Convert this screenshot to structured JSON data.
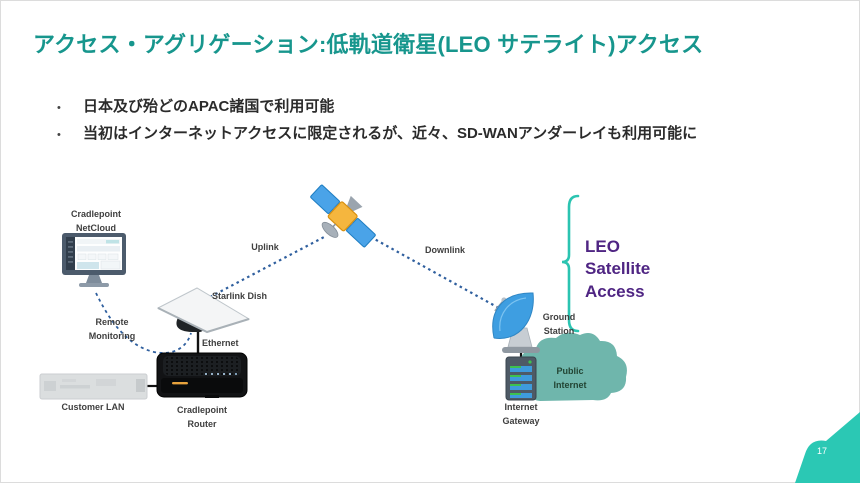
{
  "slide": {
    "title": "アクセス・アグリゲーション:低軌道衛星(LEO サテライト)アクセス",
    "bullet_char": "•",
    "bullets": [
      "日本及び殆どのAPAC諸国で利用可能",
      "当初はインターネットアクセスに限定されるが、近々、SD-WANアンダーレイも利用可能に"
    ],
    "page_number": "17"
  },
  "diagram": {
    "nodes": {
      "netcloud": "Cradlepoint NetCloud",
      "starlink_dish": "Starlink Dish",
      "customer_lan": "Customer LAN",
      "router": "Cradlepoint Router",
      "ground_station": "Ground Station",
      "internet_gateway": "Internet Gateway",
      "public_internet": "Public Internet"
    },
    "links": {
      "uplink": "Uplink",
      "downlink": "Downlink",
      "ethernet": "Ethernet",
      "remote_monitoring": "Remote Monitoring"
    },
    "callout": "LEO Satellite Access",
    "icons": {
      "netcloud": "monitor-dashboard-icon",
      "satellite": "satellite-icon",
      "starlink_dish": "flat-dish-icon",
      "customer_lan": "rack-appliance-icon",
      "router": "router-icon",
      "ground_station": "parabolic-dish-icon",
      "internet_gateway": "server-icon",
      "public_internet": "cloud-icon",
      "callout_bracket": "brace-icon"
    }
  },
  "colors": {
    "title_teal": "#17968D",
    "callout_purple": "#4F2583",
    "bracket_teal": "#2BC4B1",
    "link_blue": "#2F5F9E",
    "cloud_teal": "#6FB6AC",
    "corner_teal": "#2BC8B4"
  }
}
